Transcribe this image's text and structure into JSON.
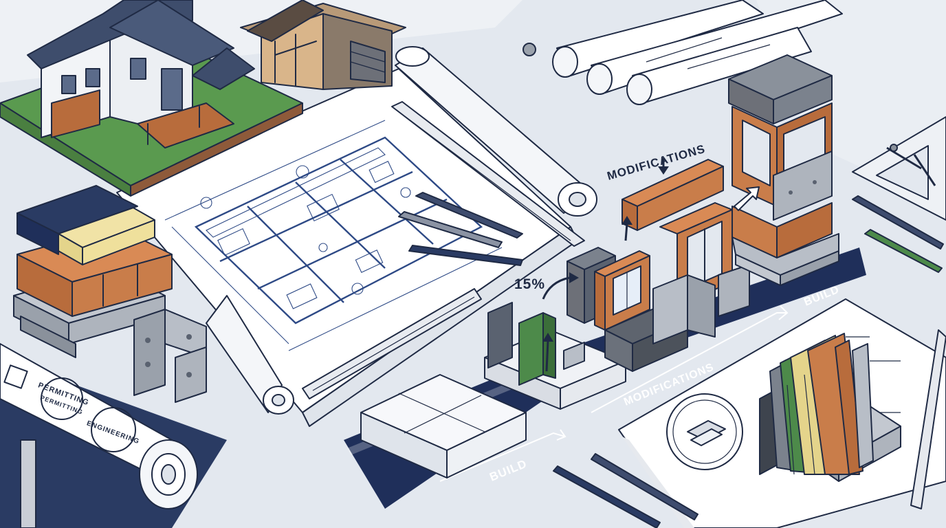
{
  "labels": {
    "modifications_top": "MODIFICATIONS",
    "percent": "15%",
    "build_top": "BUILD",
    "modifications_band": "MODIFICATIONS",
    "build_bottom": "BUILD"
  },
  "stamps": {
    "stamp_a": "PERMITTING",
    "stamp_b": "PERMITTING",
    "stamp_c": "ENGINEERING"
  },
  "colors": {
    "navy": "#1f2f5a",
    "background": "#e3e8ef",
    "wood": "#c0703e",
    "green": "#4d8a4a",
    "steel": "#9aa1ab",
    "blueprint": "#2e4a86"
  },
  "icons": [
    "house-icon",
    "house-frame-icon",
    "blueprint-roll-icon",
    "floor-plan-icon",
    "ruler-icon",
    "pencil-icon",
    "material-stack-icon",
    "steel-bracket-icon",
    "wall-section-icon",
    "drafting-square-icon",
    "arrow-icon",
    "stamp-icon"
  ]
}
